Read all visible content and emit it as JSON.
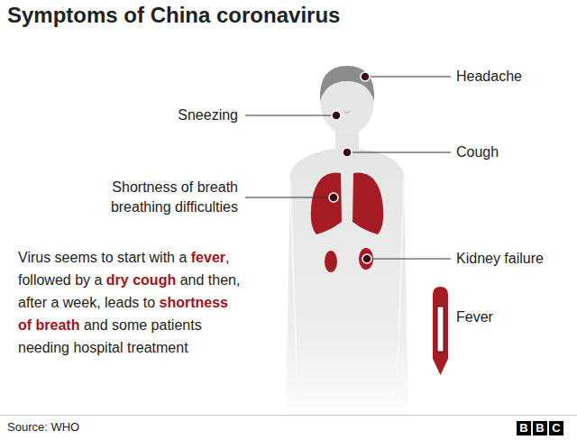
{
  "diagram": {
    "title": "Symptoms of China coronavirus",
    "caption": "Source: WHO",
    "labels": [
      "Headache",
      "Sneezing",
      "Cough",
      "Shortness of breath breathing difficulties",
      "Kidney failure",
      "Fever",
      "Virus seems to start with a",
      "fever",
      ", followed by a",
      "dry cough",
      "and then, after a week, leads to",
      "shortness of breath",
      "and some patients needing hospital treatment",
      "BBC"
    ]
  }
}
